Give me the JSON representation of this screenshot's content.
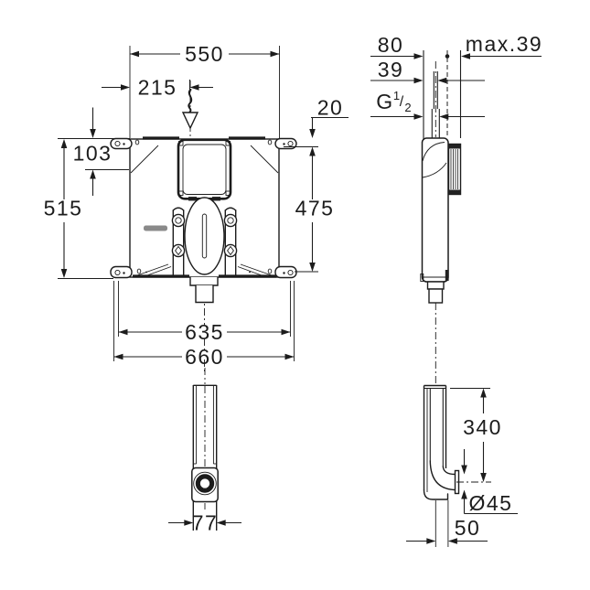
{
  "title": "Concealed cistern installation dimensional drawing",
  "views": {
    "front": {
      "dim_width_top": "550",
      "dim_inlet_offset": "215",
      "dim_bracket_offset": "20",
      "dim_inlet_height": "103",
      "dim_overall_height": "515",
      "dim_fixing_height": "475",
      "dim_fixing_width": "635",
      "dim_overall_width": "660"
    },
    "side": {
      "dim_depth": "80",
      "dim_pipe_depth": "39",
      "dim_wall_max": "max.39",
      "thread_prefix": "G",
      "thread_numerator": "1",
      "thread_separator": "/",
      "thread_denominator": "2"
    },
    "bottom_profile": {
      "dim_width": "77"
    },
    "outlet_detail": {
      "dim_height": "340",
      "dim_diameter": "Ø45",
      "dim_offset": "50"
    }
  },
  "colors": {
    "line": "#1c1c1c",
    "accent_gray": "#8a8a8a",
    "background": "#ffffff"
  }
}
